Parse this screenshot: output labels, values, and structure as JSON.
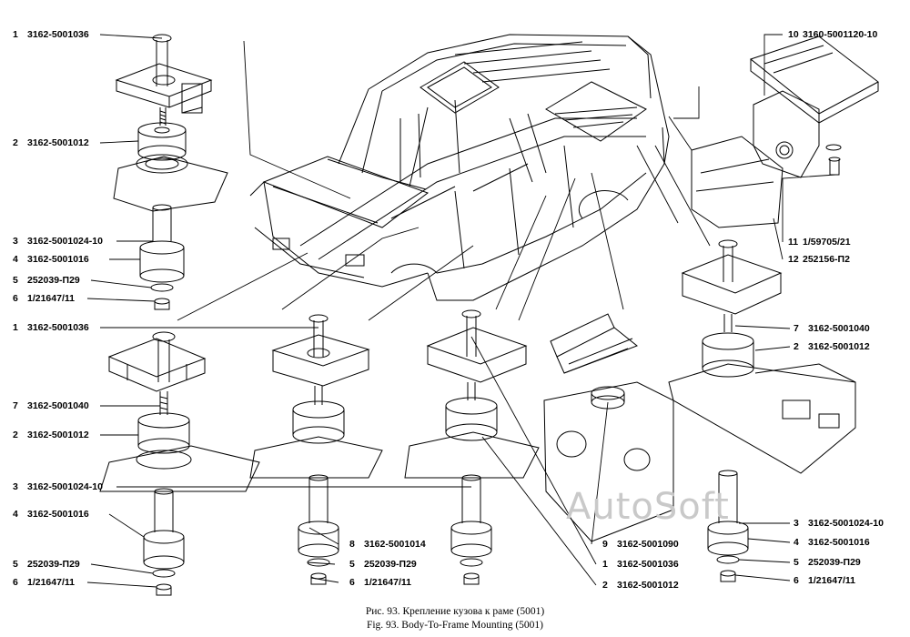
{
  "callouts": [
    {
      "id": "tl1",
      "num": "1",
      "code": "3162-5001036"
    },
    {
      "id": "tl2",
      "num": "2",
      "code": "3162-5001012"
    },
    {
      "id": "tl3",
      "num": "3",
      "code": "3162-5001024-10"
    },
    {
      "id": "tl4",
      "num": "4",
      "code": "3162-5001016"
    },
    {
      "id": "tl5",
      "num": "5",
      "code": "252039-П29"
    },
    {
      "id": "tl6",
      "num": "6",
      "code": "1/21647/11"
    },
    {
      "id": "bl1",
      "num": "1",
      "code": "3162-5001036"
    },
    {
      "id": "bl7",
      "num": "7",
      "code": "3162-5001040"
    },
    {
      "id": "bl2",
      "num": "2",
      "code": "3162-5001012"
    },
    {
      "id": "bl3",
      "num": "3",
      "code": "3162-5001024-10"
    },
    {
      "id": "bl4",
      "num": "4",
      "code": "3162-5001016"
    },
    {
      "id": "bl5",
      "num": "5",
      "code": "252039-П29"
    },
    {
      "id": "bl6",
      "num": "6",
      "code": "1/21647/11"
    },
    {
      "id": "m8",
      "num": "8",
      "code": "3162-5001014"
    },
    {
      "id": "m5",
      "num": "5",
      "code": "252039-П29"
    },
    {
      "id": "m6",
      "num": "6",
      "code": "1/21647/11"
    },
    {
      "id": "c9",
      "num": "9",
      "code": "3162-5001090"
    },
    {
      "id": "c1",
      "num": "1",
      "code": "3162-5001036"
    },
    {
      "id": "c2",
      "num": "2",
      "code": "3162-5001012"
    },
    {
      "id": "tr10",
      "num": "10",
      "code": "3160-5001120-10"
    },
    {
      "id": "tr11",
      "num": "11",
      "code": "1/59705/21"
    },
    {
      "id": "tr12",
      "num": "12",
      "code": "252156-П2"
    },
    {
      "id": "r7",
      "num": "7",
      "code": "3162-5001040"
    },
    {
      "id": "r2",
      "num": "2",
      "code": "3162-5001012"
    },
    {
      "id": "r3",
      "num": "3",
      "code": "3162-5001024-10"
    },
    {
      "id": "r4",
      "num": "4",
      "code": "3162-5001016"
    },
    {
      "id": "r5",
      "num": "5",
      "code": "252039-П29"
    },
    {
      "id": "r6",
      "num": "6",
      "code": "1/21647/11"
    }
  ],
  "caption": {
    "ru": "Рис. 93. Крепление кузова к раме (5001)",
    "en": "Fig. 93. Body-To-Frame Mounting (5001)"
  },
  "watermark": "AutoSoft"
}
